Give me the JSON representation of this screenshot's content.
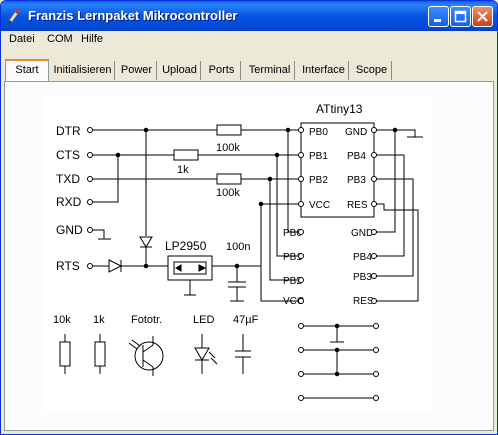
{
  "window": {
    "title": "Franzis Lernpaket Mikrocontroller"
  },
  "menu": {
    "items": [
      "Datei",
      "COM",
      "Hilfe"
    ]
  },
  "tabs": {
    "items": [
      "Start",
      "Initialisieren",
      "Power",
      "Upload",
      "Ports",
      "Terminal",
      "Interface",
      "Scope"
    ]
  },
  "schematic": {
    "chip_name": "ATtiny13",
    "signals": {
      "dtr": "DTR",
      "cts": "CTS",
      "txd": "TXD",
      "rxd": "RXD",
      "gnd": "GND",
      "rts": "RTS"
    },
    "chip_pins_left": [
      "PB0",
      "PB1",
      "PB2",
      "VCC"
    ],
    "chip_pins_right": [
      "GND",
      "PB4",
      "PB3",
      "RES"
    ],
    "lower_left": [
      "PB0",
      "PB1",
      "PB2",
      "VCC"
    ],
    "lower_right": [
      "GND",
      "PB4",
      "PB3",
      "RES"
    ],
    "resistors": {
      "r1": "100k",
      "r2": "1k",
      "r3": "100k"
    },
    "regulator": "LP2950",
    "capacitor": "100n",
    "legend": {
      "r10k": "10k",
      "r1k": "1k",
      "photo": "Fototr.",
      "led": "LED",
      "cap": "47µF"
    }
  }
}
